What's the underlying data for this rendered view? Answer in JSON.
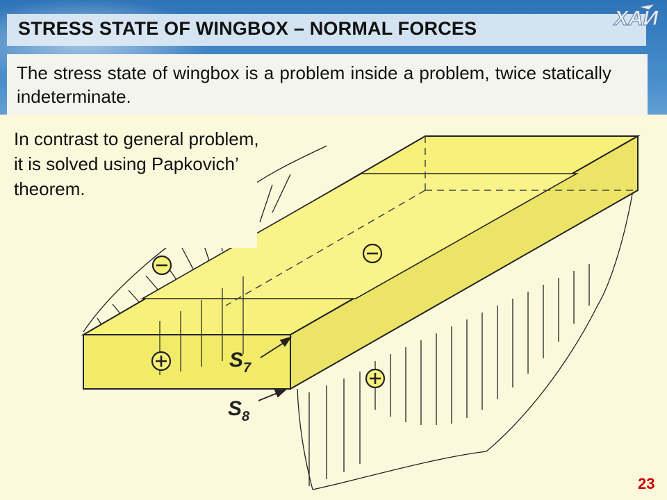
{
  "slide": {
    "title": "STRESS STATE OF WINGBOX – NORMAL FORCES",
    "intro": "The stress state of wingbox is a problem inside a problem, twice statically indeterminate.",
    "side_note": "In contrast to general problem, it is solved using Papkovich’ theorem.",
    "page_number": "23",
    "logo_text": "ХАИ"
  },
  "diagram": {
    "labels": {
      "s7_main": "S",
      "s7_sub": "7",
      "s8_main": "S",
      "s8_sub": "8"
    },
    "signs": {
      "top_flange": "−",
      "web_upper": "−",
      "bottom_front": "+",
      "web_lower": "+"
    }
  },
  "colors": {
    "box_fill": "#f7f07a",
    "background": "#fbf8dc",
    "page_number": "#cc0000"
  }
}
